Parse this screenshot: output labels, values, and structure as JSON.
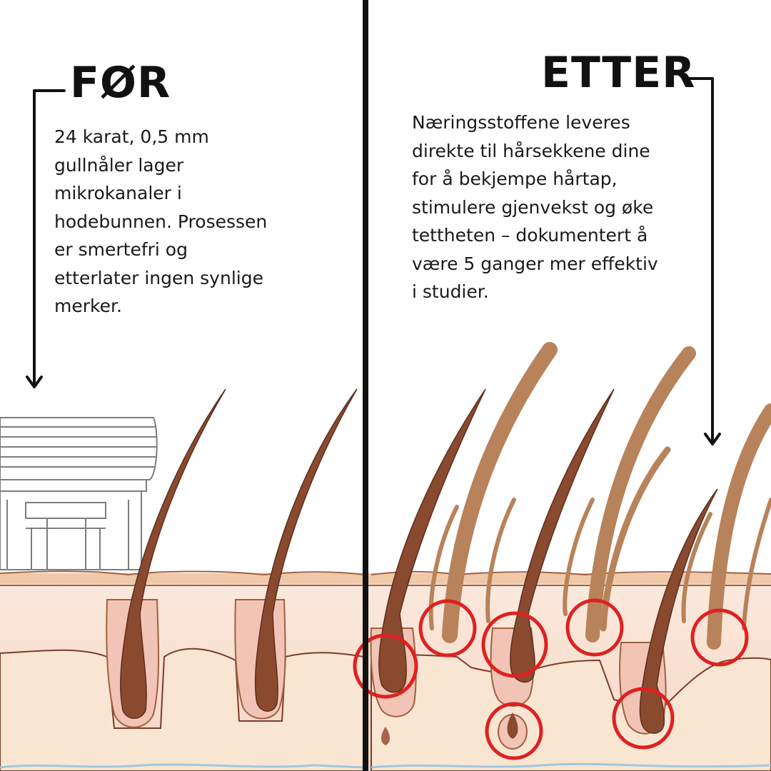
{
  "before": {
    "heading": "FØR",
    "description_lines": [
      "24 karat, 0,5 mm",
      "gullnåler lager",
      "mikrokanaler i",
      "hodebunnen. Prosessen",
      "er smertefri og",
      "etterlater ingen synlige",
      "merker."
    ]
  },
  "after": {
    "heading": "ETTER",
    "description_lines": [
      "Næringsstoffene leveres",
      "direkte til hårsekkene dine",
      "for å bekjempe hårtap,",
      "stimulere gjenvekst og øke",
      "tettheten – dokumentert å",
      "være 5 ganger mer effektiv",
      "i studier."
    ]
  },
  "colors": {
    "skin_top": "#f7dccb",
    "skin_surface": "#e9b99a",
    "dermis": "#f6e4cf",
    "follicle": "#f3cdbf",
    "hair_mature": "#8a4a30",
    "hair_new": "#b8825a",
    "highlight_circle": "#e02020",
    "divider": "#111111"
  },
  "icons": [
    "arrow-down-icon",
    "microneedle-roller-icon"
  ]
}
